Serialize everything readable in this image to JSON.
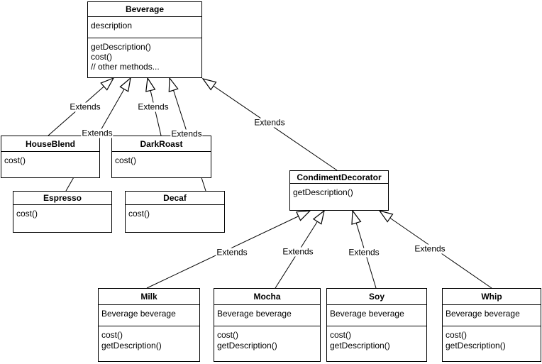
{
  "colors": {
    "stroke": "#000000",
    "fill": "#ffffff",
    "text": "#000000",
    "background": "#ffffff"
  },
  "classes": [
    {
      "name": "Beverage",
      "attributes": [
        "description"
      ],
      "methods": [
        "getDescription()",
        "cost()",
        "// other methods..."
      ]
    },
    {
      "name": "HouseBlend",
      "methods": [
        "cost()"
      ]
    },
    {
      "name": "DarkRoast",
      "methods": [
        "cost()"
      ]
    },
    {
      "name": "Espresso",
      "methods": [
        "cost()"
      ]
    },
    {
      "name": "Decaf",
      "methods": [
        "cost()"
      ]
    },
    {
      "name": "CondimentDecorator",
      "methods": [
        "getDescription()"
      ]
    },
    {
      "name": "Milk",
      "attributes": [
        "Beverage beverage"
      ],
      "methods": [
        "cost()",
        "getDescription()"
      ]
    },
    {
      "name": "Mocha",
      "attributes": [
        "Beverage beverage"
      ],
      "methods": [
        "cost()",
        "getDescription()"
      ]
    },
    {
      "name": "Soy",
      "attributes": [
        "Beverage beverage"
      ],
      "methods": [
        "cost()",
        "getDescription()"
      ]
    },
    {
      "name": "Whip",
      "attributes": [
        "Beverage beverage"
      ],
      "methods": [
        "cost()",
        "getDescription()"
      ]
    }
  ],
  "edges": [
    {
      "from": "HouseBlend",
      "to": "Beverage",
      "label": "Extends"
    },
    {
      "from": "Espresso",
      "to": "Beverage",
      "label": "Extends"
    },
    {
      "from": "DarkRoast",
      "to": "Beverage",
      "label": "Extends"
    },
    {
      "from": "Decaf",
      "to": "Beverage",
      "label": "Extends"
    },
    {
      "from": "CondimentDecorator",
      "to": "Beverage",
      "label": "Extends"
    },
    {
      "from": "Milk",
      "to": "CondimentDecorator",
      "label": "Extends"
    },
    {
      "from": "Mocha",
      "to": "CondimentDecorator",
      "label": "Extends"
    },
    {
      "from": "Soy",
      "to": "CondimentDecorator",
      "label": "Extends"
    },
    {
      "from": "Whip",
      "to": "CondimentDecorator",
      "label": "Extends"
    }
  ]
}
